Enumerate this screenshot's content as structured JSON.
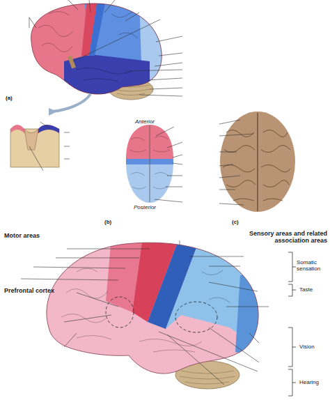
{
  "diagram": {
    "labels": [
      "(a)",
      "Anterior",
      "(b)",
      "Posterior",
      "(c)",
      "Motor areas",
      "Sensory areas and related association areas",
      "Somatic sensation",
      "Taste",
      "Prefrontal cortex",
      "Vision",
      "Hearing"
    ]
  }
}
